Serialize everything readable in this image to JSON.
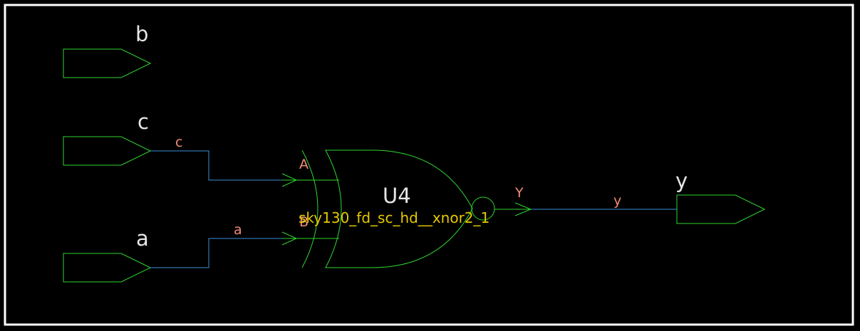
{
  "colors": {
    "background": "#000000",
    "frame": "#ffffff",
    "symbol": "#2fd52f",
    "wire": "#3a8fd8",
    "port_label": "#e6e6e6",
    "net_label": "#f08c78",
    "cell_label": "#e6c800"
  },
  "ports": {
    "b": "b",
    "c": "c",
    "a": "a",
    "y": "y"
  },
  "nets": {
    "c": "c",
    "a": "a",
    "y": "y"
  },
  "gate": {
    "instance": "U4",
    "cell": "sky130_fd_sc_hd__xnor2_1",
    "pin_a": "A",
    "pin_b": "B",
    "pin_y": "Y"
  }
}
